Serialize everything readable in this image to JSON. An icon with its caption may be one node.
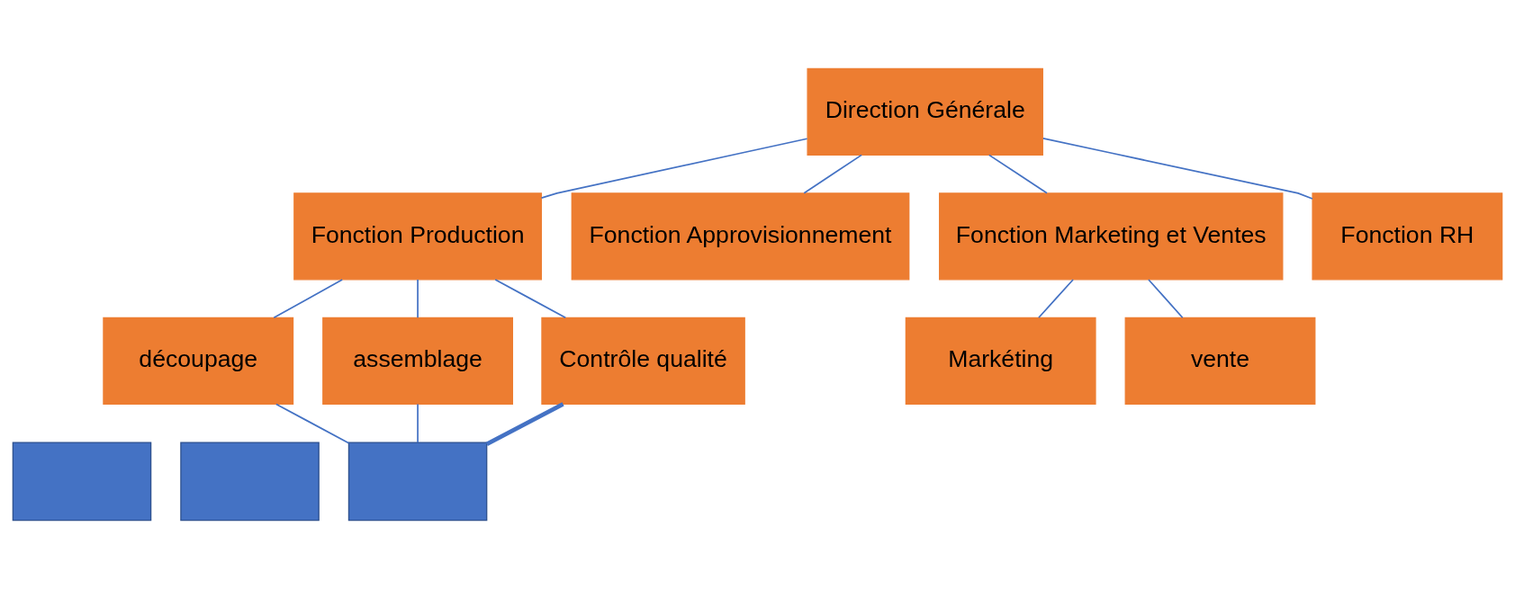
{
  "diagram": {
    "nodes": [
      {
        "text": [
          "Direction Générale"
        ]
      },
      {
        "text": [
          "Fonction Production"
        ]
      },
      {
        "text": [
          "Fonction Approvisionnement"
        ]
      },
      {
        "text": [
          "Fonction Marketing et Ventes"
        ]
      },
      {
        "text": [
          "Fonction RH"
        ]
      },
      {
        "text": [
          "découpage"
        ]
      },
      {
        "text": [
          "assemblage"
        ]
      },
      {
        "text": [
          "Contrôle qualité"
        ]
      },
      {
        "text": [
          "Markéting"
        ]
      },
      {
        "text": [
          "vente"
        ]
      },
      {
        "text": [],
        "shape": "box"
      },
      {
        "text": [],
        "shape": "box"
      },
      {
        "text": [],
        "shape": "box"
      }
    ],
    "edges": [
      {
        "from": 0,
        "to": 1,
        "arrow": "none"
      },
      {
        "from": 0,
        "to": 2,
        "arrow": "none"
      },
      {
        "from": 0,
        "to": 3,
        "arrow": "none"
      },
      {
        "from": 0,
        "to": 4,
        "arrow": "none"
      },
      {
        "from": 1,
        "to": 5,
        "arrow": "none"
      },
      {
        "from": 1,
        "to": 6,
        "arrow": "none"
      },
      {
        "from": 1,
        "to": 7,
        "arrow": "none"
      },
      {
        "from": 3,
        "to": 8,
        "arrow": "none"
      },
      {
        "from": 3,
        "to": 9,
        "arrow": "none"
      },
      {
        "from": 5,
        "to": 12,
        "arrow": "none"
      },
      {
        "from": 6,
        "to": 12,
        "arrow": "none"
      },
      {
        "from": 7,
        "to": 12,
        "arrow": "none",
        "style": "thick"
      }
    ]
  }
}
